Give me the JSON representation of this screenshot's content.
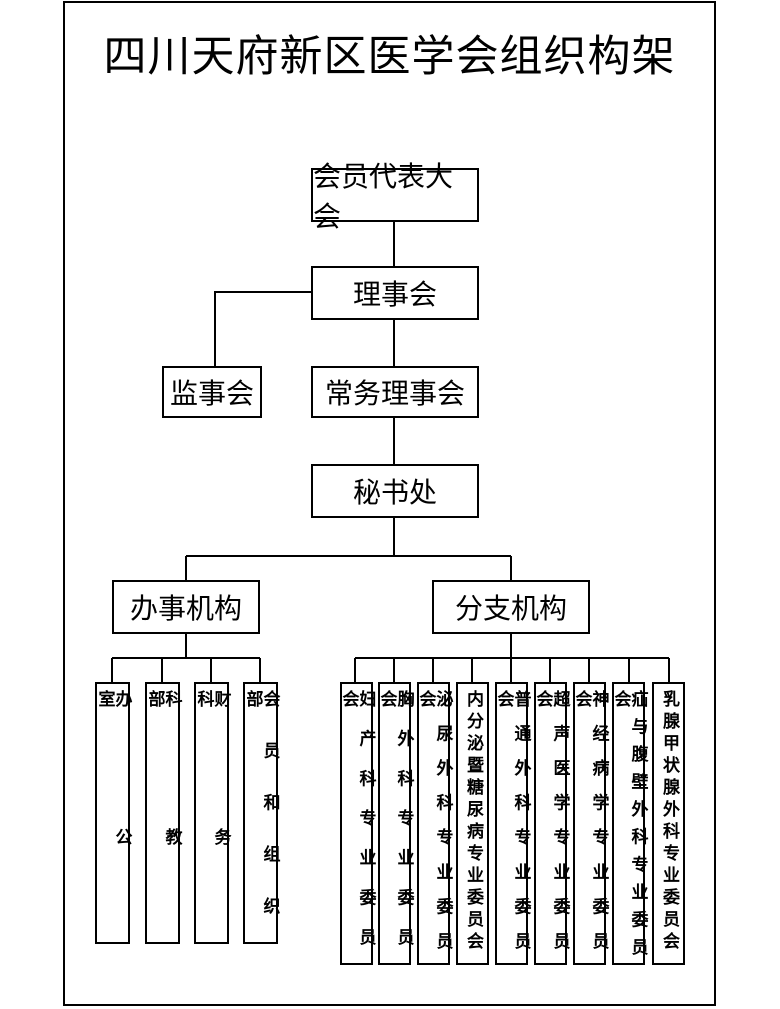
{
  "title": "四川天府新区医学会组织构架",
  "top": {
    "assembly": "会员代表大会",
    "council": "理事会",
    "supervisors": "监事会",
    "standing_council": "常务理事会",
    "secretariat": "秘书处"
  },
  "branches": {
    "admin": "办事机构",
    "sub": "分支机构"
  },
  "admin_units": [
    "办公室",
    "科教部",
    "财务科",
    "会员和组织部"
  ],
  "sub_units": [
    "妇产科专业委员会",
    "胸外科专业委员会",
    "泌尿外科专业委员会",
    "内分泌暨糖尿病专业委员会",
    "普通外科专业委员会",
    "超声医学专业委员会",
    "神经病学专业委员会",
    "疝与腹壁外科专业委员会",
    "乳腺甲状腺外科专业委员会"
  ]
}
